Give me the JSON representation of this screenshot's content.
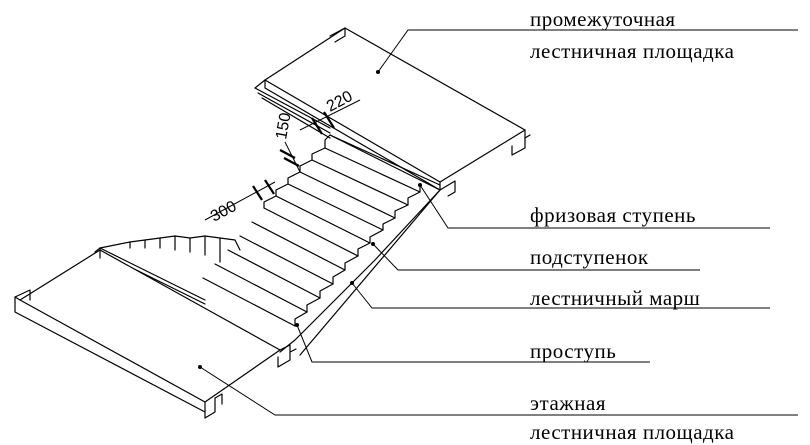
{
  "labels": {
    "intermediate_landing_line1": "промежуточная",
    "intermediate_landing_line2": "лестничная площадка",
    "frieze_step": "фризовая ступень",
    "riser": "подступенок",
    "flight": "лестничный марш",
    "tread": "проступь",
    "floor_landing_line1": "этажная",
    "floor_landing_line2": "лестничная площадка"
  },
  "dimensions": {
    "landing_gap": "220",
    "step_height": "150",
    "step_depth": "300"
  },
  "colors": {
    "ink": "#000000",
    "paper": "#ffffff"
  }
}
